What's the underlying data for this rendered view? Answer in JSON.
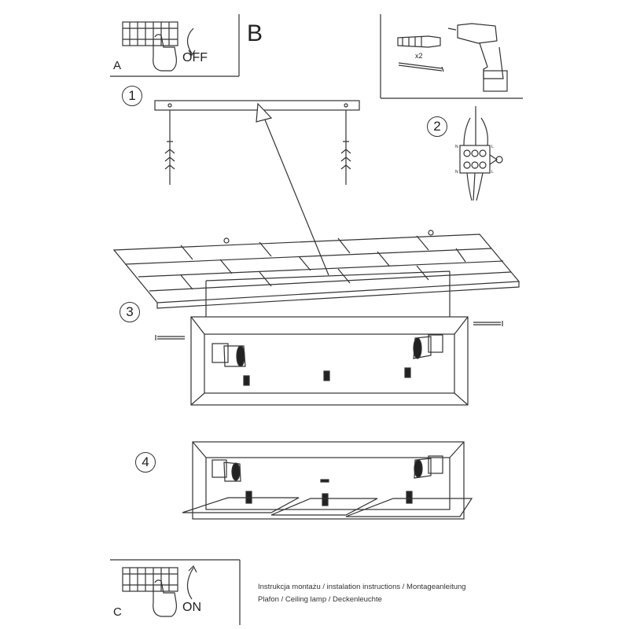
{
  "panel_a": {
    "letter": "A",
    "action": "OFF"
  },
  "panel_b": {
    "letter": "B",
    "quantity": "x2"
  },
  "steps": [
    "1",
    "2",
    "3",
    "4"
  ],
  "wiring": {
    "left_top": "N",
    "right_top": "L",
    "left_bottom": "N",
    "right_bottom": "L"
  },
  "panel_c": {
    "letter": "C",
    "action": "ON"
  },
  "footer": {
    "line1": "Instrukcja montażu / instalation instructions / Montageanleitung",
    "line2": "Plafon / Ceiling lamp / Deckenleuchte"
  }
}
